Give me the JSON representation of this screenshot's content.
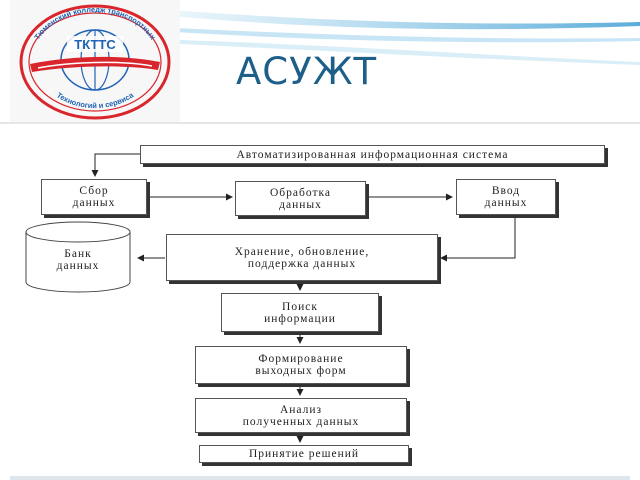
{
  "title": "АСУЖТ",
  "logo": {
    "emblem_text": "ТКТТС",
    "ring_text_top": "Тюменский колледж транспортных",
    "ring_text_bottom": "Технологий и сервиса",
    "icon": "train-globe-emblem-icon"
  },
  "diagram": {
    "nodes": {
      "ais": "Автоматизированная информационная система",
      "collect": "Сбор\nданных",
      "process": "Обработка\nданных",
      "input": "Ввод\nданных",
      "bank": "Банк\nданных",
      "storage": "Хранение, обновление,\nподдержка данных",
      "search": "Поиск\nинформации",
      "forms": "Формирование\nвыходных форм",
      "analysis": "Анализ\nполученных данных",
      "decision": "Принятие решений"
    }
  },
  "colors": {
    "title": "#1e5f8a",
    "accent_blue": "#1f63b5",
    "accent_red": "#d8262c",
    "border": "#555555"
  }
}
